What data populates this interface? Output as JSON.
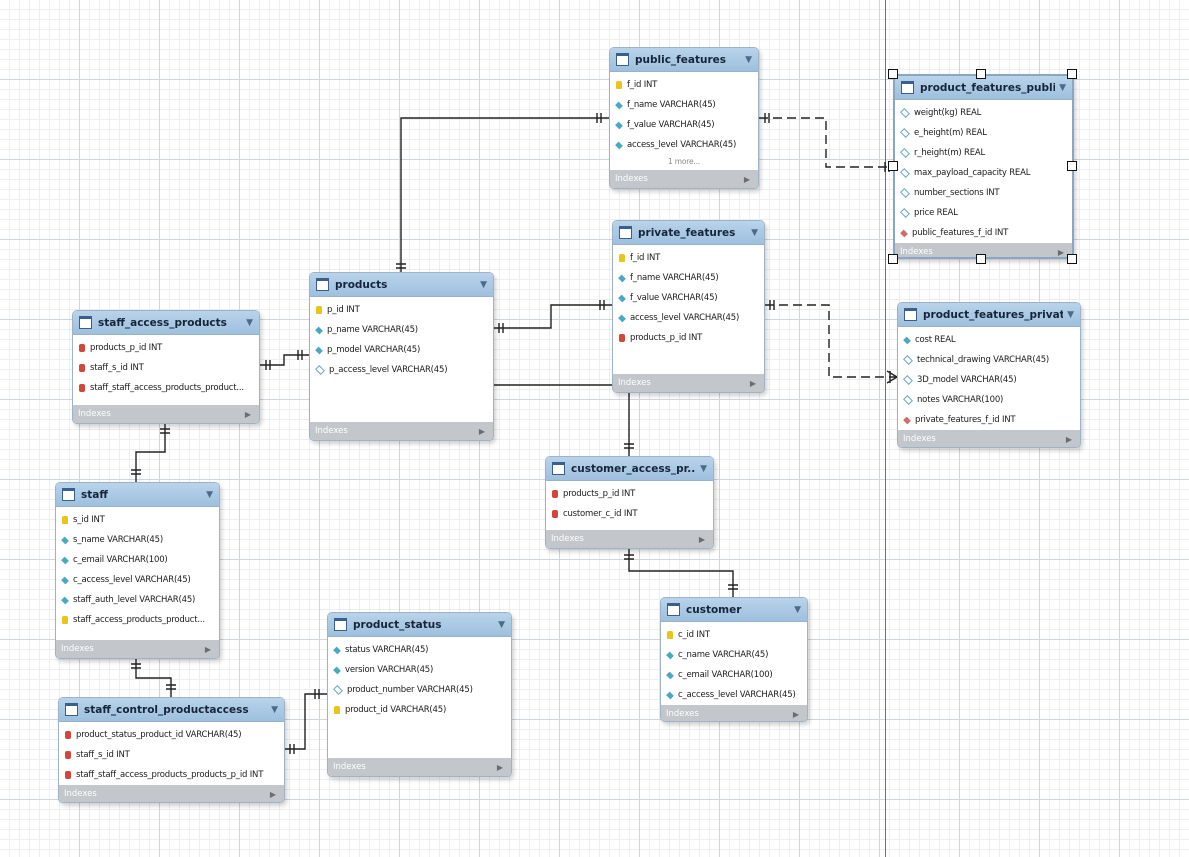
{
  "indexes_label": "Indexes",
  "more_label": "1 more...",
  "tables": [
    {
      "key": "public_features",
      "name": "public_features",
      "columns": [
        {
          "type": "pk",
          "text": "f_id INT"
        },
        {
          "type": "nn",
          "text": "f_name VARCHAR(45)"
        },
        {
          "type": "nn",
          "text": "f_value VARCHAR(45)"
        },
        {
          "type": "nn",
          "text": "access_level VARCHAR(45)"
        }
      ],
      "more": true
    },
    {
      "key": "product_features_public",
      "name": "product_features_public",
      "selected": true,
      "columns": [
        {
          "type": "nul",
          "text": "weight(kg) REAL"
        },
        {
          "type": "nul",
          "text": "e_height(m) REAL"
        },
        {
          "type": "nul",
          "text": "r_height(m) REAL"
        },
        {
          "type": "nul",
          "text": "max_payload_capacity REAL"
        },
        {
          "type": "nul",
          "text": "number_sections INT"
        },
        {
          "type": "nul",
          "text": "price REAL"
        },
        {
          "type": "fkd",
          "text": "public_features_f_id INT"
        }
      ]
    },
    {
      "key": "private_features",
      "name": "private_features",
      "columns": [
        {
          "type": "pk",
          "text": "f_id INT"
        },
        {
          "type": "nn",
          "text": "f_name VARCHAR(45)"
        },
        {
          "type": "nn",
          "text": "f_value VARCHAR(45)"
        },
        {
          "type": "nn",
          "text": "access_level VARCHAR(45)"
        },
        {
          "type": "fk",
          "text": "products_p_id INT"
        }
      ]
    },
    {
      "key": "products",
      "name": "products",
      "columns": [
        {
          "type": "pk",
          "text": "p_id INT"
        },
        {
          "type": "nn",
          "text": "p_name VARCHAR(45)"
        },
        {
          "type": "nn",
          "text": "p_model VARCHAR(45)"
        },
        {
          "type": "nul",
          "text": "p_access_level VARCHAR(45)"
        }
      ]
    },
    {
      "key": "staff_access_products",
      "name": "staff_access_products",
      "columns": [
        {
          "type": "fk",
          "text": "products_p_id INT"
        },
        {
          "type": "fk",
          "text": "staff_s_id INT"
        },
        {
          "type": "fk",
          "text": "staff_staff_access_products_product..."
        }
      ]
    },
    {
      "key": "product_features_private",
      "name": "product_features_private",
      "columns": [
        {
          "type": "nn",
          "text": "cost REAL"
        },
        {
          "type": "nul",
          "text": "technical_drawing VARCHAR(45)"
        },
        {
          "type": "nul",
          "text": "3D_model VARCHAR(45)"
        },
        {
          "type": "nul",
          "text": "notes VARCHAR(100)"
        },
        {
          "type": "fkd",
          "text": "private_features_f_id INT"
        }
      ]
    },
    {
      "key": "customer_access_products",
      "name": "customer_access_pr...",
      "columns": [
        {
          "type": "fk",
          "text": "products_p_id INT"
        },
        {
          "type": "fk",
          "text": "customer_c_id INT"
        }
      ]
    },
    {
      "key": "staff",
      "name": "staff",
      "columns": [
        {
          "type": "pk",
          "text": "s_id INT"
        },
        {
          "type": "nn",
          "text": "s_name VARCHAR(45)"
        },
        {
          "type": "nn",
          "text": "c_email VARCHAR(100)"
        },
        {
          "type": "nn",
          "text": "c_access_level VARCHAR(45)"
        },
        {
          "type": "nn",
          "text": "staff_auth_level VARCHAR(45)"
        },
        {
          "type": "pk",
          "text": "staff_access_products_product..."
        }
      ]
    },
    {
      "key": "product_status",
      "name": "product_status",
      "columns": [
        {
          "type": "nn",
          "text": "status VARCHAR(45)"
        },
        {
          "type": "nn",
          "text": "version VARCHAR(45)"
        },
        {
          "type": "nul",
          "text": "product_number VARCHAR(45)"
        },
        {
          "type": "pk",
          "text": "product_id VARCHAR(45)"
        }
      ]
    },
    {
      "key": "customer",
      "name": "customer",
      "columns": [
        {
          "type": "pk",
          "text": "c_id INT"
        },
        {
          "type": "nn",
          "text": "c_name VARCHAR(45)"
        },
        {
          "type": "nn",
          "text": "c_email VARCHAR(100)"
        },
        {
          "type": "nn",
          "text": "c_access_level VARCHAR(45)"
        }
      ]
    },
    {
      "key": "staff_control_productaccess",
      "name": "staff_control_productaccess",
      "columns": [
        {
          "type": "fk",
          "text": "product_status_product_id VARCHAR(45)"
        },
        {
          "type": "fk",
          "text": "staff_s_id INT"
        },
        {
          "type": "fk",
          "text": "staff_staff_access_products_products_p_id INT"
        }
      ]
    }
  ]
}
